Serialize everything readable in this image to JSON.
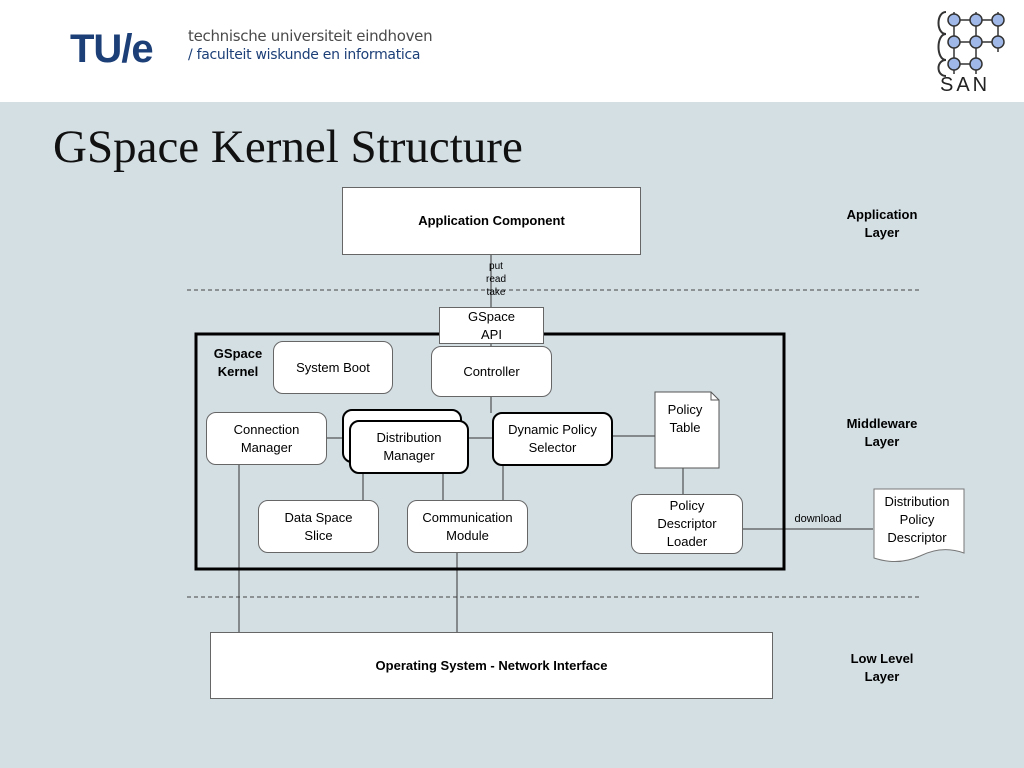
{
  "header": {
    "logo_text": "TU/e",
    "university": "technische universiteit eindhoven",
    "faculty": "/ faculteit wiskunde en informatica",
    "san_logo": "SAN"
  },
  "title": "GSpace Kernel Structure",
  "layers": {
    "application": "Application\nLayer",
    "middleware": "Middleware\nLayer",
    "low_level": "Low Level\nLayer"
  },
  "components": {
    "application_component": "Application Component",
    "api_ops": "put\nread\ntake",
    "gspace_api": "GSpace\nAPI",
    "kernel_label": "GSpace\nKernel",
    "system_boot": "System Boot",
    "controller": "Controller",
    "connection_manager": "Connection\nManager",
    "distribution_manager": "Distribution\nManager",
    "dynamic_policy_selector": "Dynamic Policy\nSelector",
    "policy_table": "Policy\nTable",
    "data_space_slice": "Data Space\nSlice",
    "communication_module": "Communication\nModule",
    "policy_descriptor_loader": "Policy\nDescriptor\nLoader",
    "download": "download",
    "distribution_policy_descriptor": "Distribution\nPolicy\nDescriptor",
    "os_network_interface": "Operating System - Network Interface"
  },
  "colors": {
    "background": "#d4dfe4",
    "tue_blue": "#1c3f78"
  }
}
